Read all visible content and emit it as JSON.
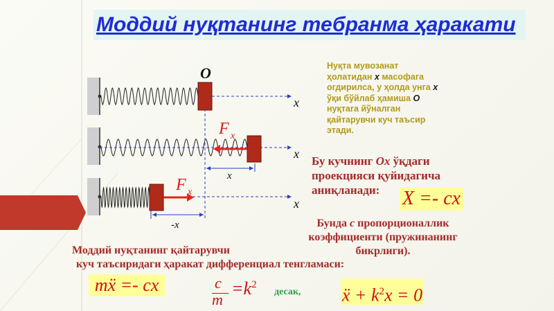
{
  "title": "Моддий нуқтанинг тебранма ҳаракати",
  "note": {
    "line1": "Нуқта мувозанат",
    "line2a": "ҳолатидан ",
    "line2b": "x",
    "line2c": " масофага",
    "line3a": "огдирилса, у ҳолда унга ",
    "line3b": "x",
    "line4": "ўқи бўйлаб ҳамиша ",
    "line4b": "O",
    "line5": "нуқтага йўналган",
    "line6": "қайтарувчи куч таъсир",
    "line7": "этади."
  },
  "text1": {
    "a": "Бу кучнинг ",
    "b": "Ox",
    "c": " ўқдаги проекцияси қуйидагича аниқланади:"
  },
  "text2": {
    "a": "Бунда ",
    "b": "c",
    "c": " пропорционаллик коэффициенти (пружинанинг бикрлиги)."
  },
  "text3": {
    "line1": "Моддий нуқтанинг қайтарувчи",
    "line2": "куч таъсиридаги ҳаракат дифференциал тенгламаси:"
  },
  "equations": {
    "eq1": "X =- cx",
    "eq2": "mẍ =- cx",
    "eq3_a": "ẍ + k",
    "eq3_sup": "2",
    "eq3_b": "x = 0",
    "frac_num": "c",
    "frac_den": "m",
    "frac_rhs": "=k",
    "frac_sup": "2",
    "desak": "десак,"
  },
  "diagram": {
    "origin_label": "O",
    "axis_label": "x",
    "force_label": "F",
    "force_sub": "x",
    "pos_label": "x",
    "neg_label": "-x"
  },
  "colors": {
    "title": "#1f2bd6",
    "note": "#b29a1a",
    "text": "#a52a2a",
    "equation": "#cc1111",
    "equation_bg": "#ffff99",
    "desak": "#2ea04a",
    "block": "#b02a1a",
    "arrow_tab": "#c0392b"
  }
}
